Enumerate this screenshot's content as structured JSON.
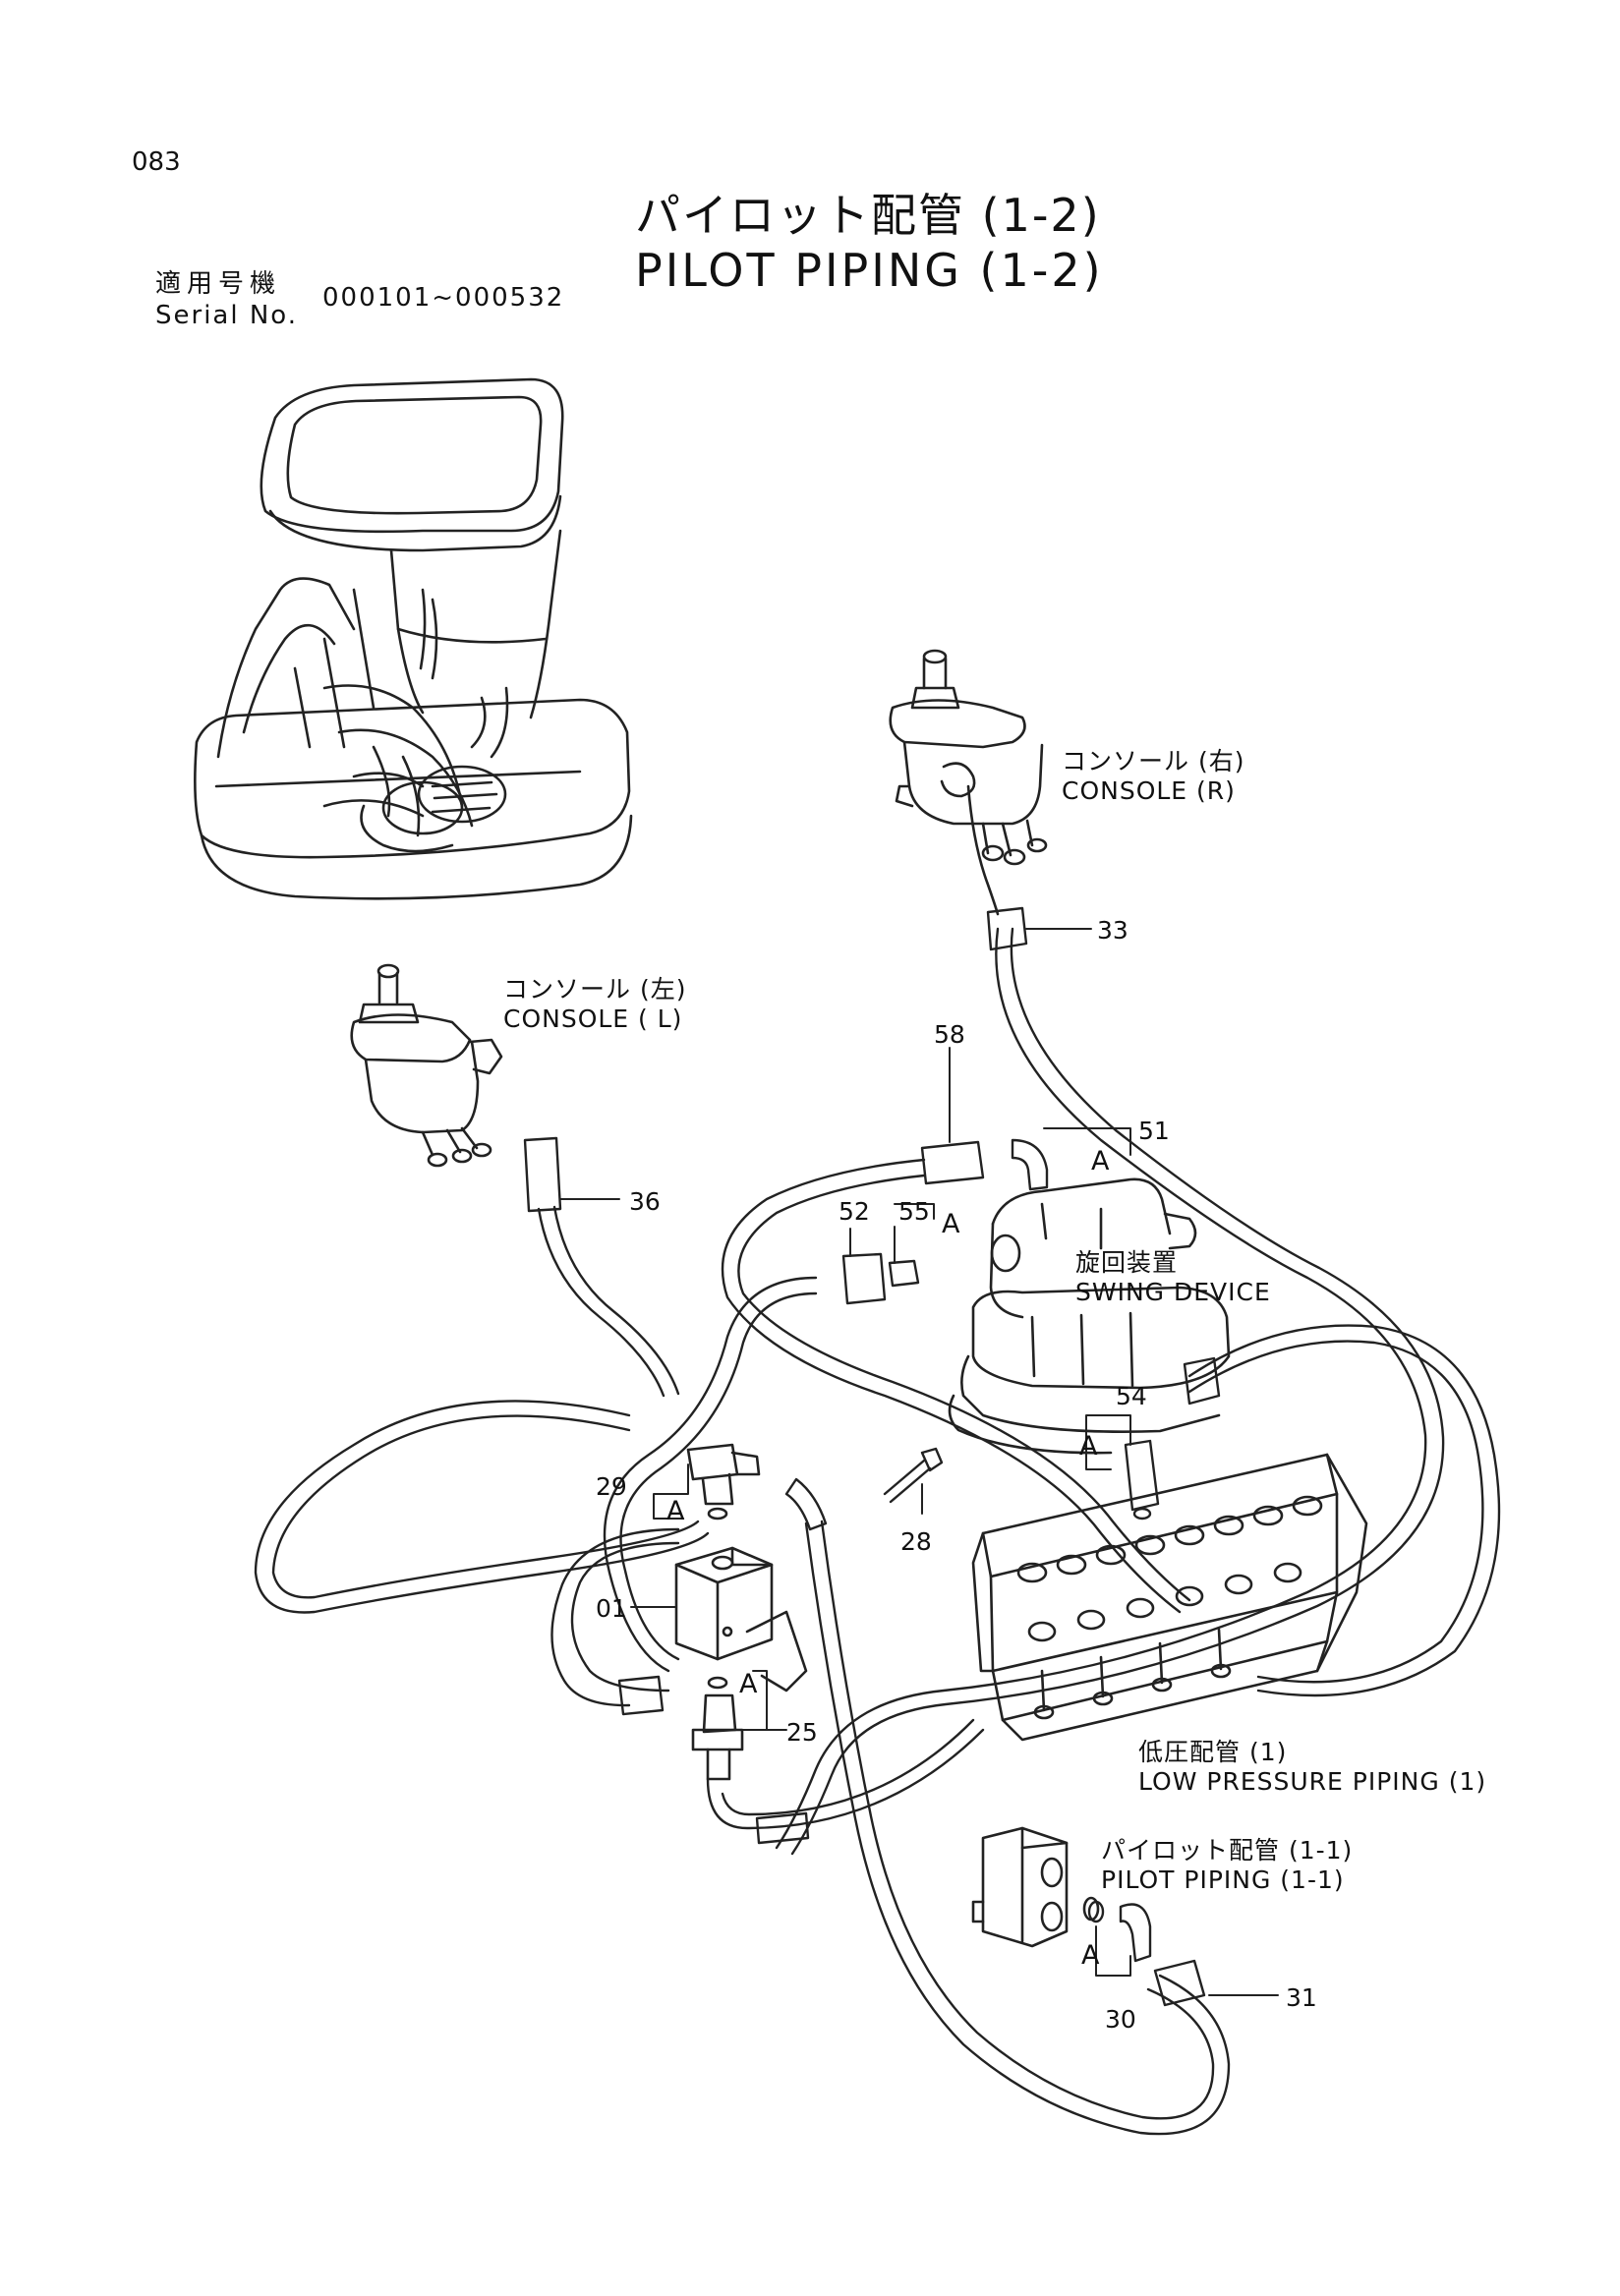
{
  "page": {
    "number": "083",
    "title_jp": "パイロット配管 (1-2)",
    "title_en": "PILOT PIPING (1-2)",
    "serial_label_jp": "適用号機",
    "serial_label_en": "Serial No.",
    "serial_range": "000101~000532"
  },
  "labels": {
    "console_r_jp": "コンソール (右)",
    "console_r_en": "CONSOLE (R)",
    "console_l_jp": "コンソール (左)",
    "console_l_en": "CONSOLE ( L)",
    "swing_jp": "旋回装置",
    "swing_en": "SWING DEVICE",
    "low_pressure_jp": "低圧配管 (1)",
    "low_pressure_en": "LOW PRESSURE PIPING (1)",
    "pilot_11_jp": "パイロット配管 (1-1)",
    "pilot_11_en": "PILOT PIPING (1-1)"
  },
  "detail_mark": "A",
  "parts": [
    "33",
    "58",
    "51",
    "52",
    "55",
    "36",
    "54",
    "29",
    "28",
    "01",
    "25",
    "30",
    "31"
  ]
}
